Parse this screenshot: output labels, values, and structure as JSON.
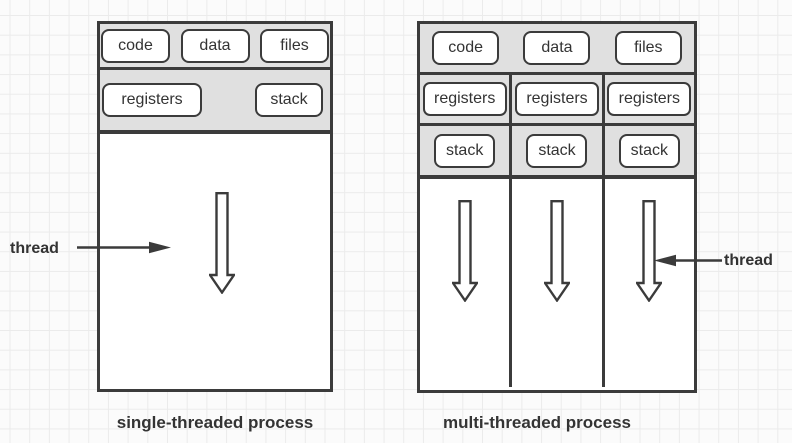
{
  "diagram": {
    "left": {
      "caption": "single-threaded process",
      "thread_label": "thread",
      "top_boxes": [
        "code",
        "data",
        "files"
      ],
      "registers": "registers",
      "stack": "stack"
    },
    "right": {
      "caption": "multi-threaded process",
      "thread_label": "thread",
      "top_boxes": [
        "code",
        "data",
        "files"
      ],
      "columns": [
        {
          "registers": "registers",
          "stack": "stack"
        },
        {
          "registers": "registers",
          "stack": "stack"
        },
        {
          "registers": "registers",
          "stack": "stack"
        }
      ]
    },
    "icons": {
      "down_arrow": "down-arrow-icon",
      "left_pointer": "right-arrow-icon",
      "right_pointer": "left-arrow-icon"
    },
    "colors": {
      "outline": "#3b3b3b",
      "band_fill": "#e0e0e0",
      "box_fill": "#ffffff",
      "text": "#333333",
      "grid_line": "#ebebeb",
      "background": "#fbfbfb"
    }
  }
}
